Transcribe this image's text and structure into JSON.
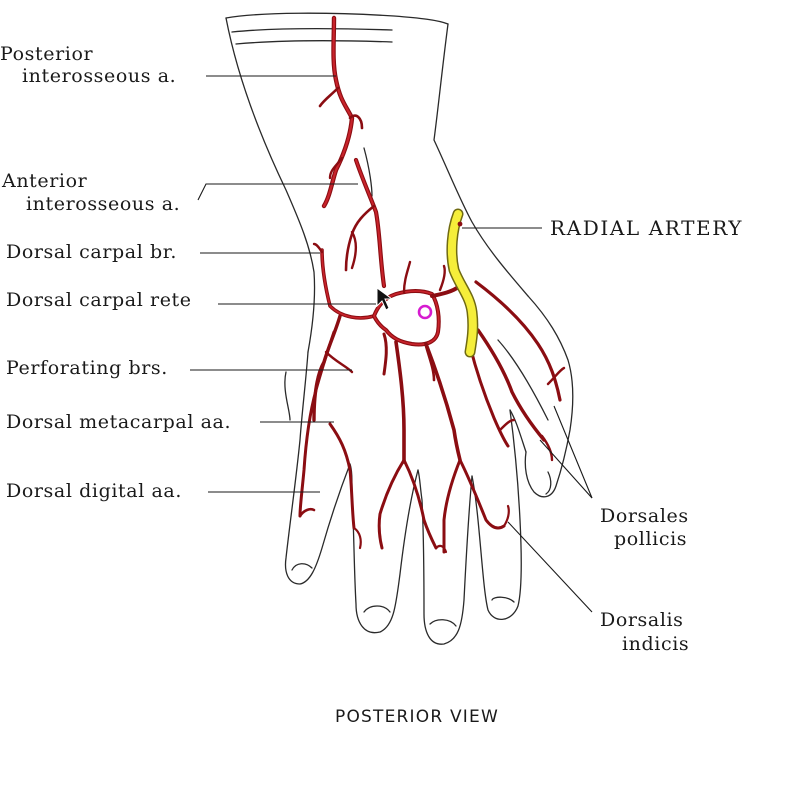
{
  "labels": {
    "posterior_interosseous_1": "Posterior",
    "posterior_interosseous_2": "interosseous a.",
    "anterior_interosseous_1": "Anterior",
    "anterior_interosseous_2": "interosseous a.",
    "dorsal_carpal_br": "Dorsal carpal br.",
    "dorsal_carpal_rete": "Dorsal carpal rete",
    "perforating_brs": "Perforating brs.",
    "dorsal_metacarpal_aa": "Dorsal metacarpal aa.",
    "dorsal_digital_aa": "Dorsal digital aa.",
    "radial_artery": "RADIAL ARTERY",
    "dorsales_pollicis_1": "Dorsales",
    "dorsales_pollicis_2": "pollicis",
    "dorsalis_indicis_1": "Dorsalis",
    "dorsalis_indicis_2": "indicis"
  },
  "caption": "POSTERIOR VIEW",
  "colors": {
    "artery": "#b51a22",
    "radial_highlight": "#f5ee3a",
    "cursor_marker": "#d61bd0"
  },
  "cursor_marker_icon": "circle-ring-icon"
}
